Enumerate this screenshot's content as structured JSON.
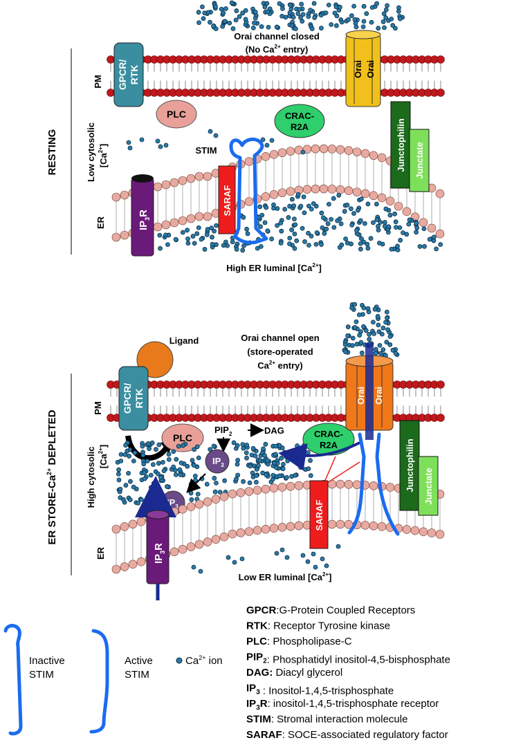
{
  "panel_resting": {
    "side_label": "RESTING",
    "orai_status_line1": "Orai channel closed",
    "orai_status_line2": "(No Ca",
    "orai_status_sup": "2+",
    "orai_status_line2_end": " entry)",
    "cytosol_line1": "Low cytosolic",
    "cytosol_line2": "[Ca",
    "cytosol_sup": "2+",
    "cytosol_line2_end": "]",
    "er_luminal": "High ER luminal [Ca",
    "er_luminal_sup": "2+",
    "er_luminal_end": "]",
    "pm": "PM",
    "er": "ER",
    "stim": "STIM",
    "gpcr": "GPCR/",
    "rtk": "RTK",
    "plc": "PLC",
    "crac1": "CRAC-",
    "crac2": "R2A",
    "orai1": "Orai",
    "orai2": "Orai",
    "junctophilin": "Junctophilin",
    "junctate": "Junctate",
    "saraf": "SARAF",
    "ip3r": "IP",
    "ip3r_sub": "3",
    "ip3r_end": "R"
  },
  "panel_depleted": {
    "side_label": "ER STORE-Ca",
    "side_label_sup": "2+",
    "side_label_end": " DEPLETED",
    "ligand": "Ligand",
    "orai_status_line1": "Orai channel open",
    "orai_status_line2": "(store-operated",
    "orai_status_line3": "Ca",
    "orai_status_sup": "2+",
    "orai_status_line3_end": " entry)",
    "cytosol_line1": "High cytosolic",
    "cytosol_line2": "[Ca",
    "cytosol_sup": "2+",
    "cytosol_line2_end": "]",
    "er_luminal": "Low ER luminal [Ca",
    "er_luminal_sup": "2+",
    "er_luminal_end": "]",
    "pm": "PM",
    "er": "ER",
    "gpcr": "GPCR/",
    "rtk": "RTK",
    "plc": "PLC",
    "pip2": "PIP",
    "pip2_sub": "2",
    "dag": "DAG",
    "ip3": "IP",
    "ip3_sub": "3",
    "crac1": "CRAC-",
    "crac2": "R2A",
    "orai1": "Orai",
    "orai2": "Orai",
    "junctophilin": "Junctophilin",
    "junctate": "Junctate",
    "saraf": "SARAF",
    "ip3r": "IP",
    "ip3r_sub": "3",
    "ip3r_end": "R"
  },
  "legend": {
    "inactive_stim_1": "Inactive",
    "inactive_stim_2": "STIM",
    "active_stim_1": "Active",
    "active_stim_2": "STIM",
    "ca_ion": "Ca",
    "ca_ion_sup": "2+",
    "ca_ion_end": " ion",
    "abbreviations": [
      {
        "term": "GPCR",
        "sub": "",
        "rest": "",
        "def": ":G-Protein Coupled Receptors"
      },
      {
        "term": "RTK",
        "sub": "",
        "rest": "",
        "def": ": Receptor Tyrosine kinase"
      },
      {
        "term": "PLC",
        "sub": "",
        "rest": "",
        "def": ": Phospholipase-C"
      },
      {
        "term": "PIP",
        "sub": "2",
        "rest": "",
        "def": ":  Phosphatidyl inositol-4,5-bisphosphate"
      },
      {
        "term": "DAG:",
        "sub": "",
        "rest": "",
        "def": " Diacyl glycerol"
      },
      {
        "term": "IP",
        "sub": "3",
        "rest": "",
        "def": " : Inositol-1,4,5-trisphosphate"
      },
      {
        "term": "IP",
        "sub": "3",
        "rest": "R",
        "def": ": inositol-1,4,5-trisphosphate receptor"
      },
      {
        "term": "STIM",
        "sub": "",
        "rest": "",
        "def": ": Stromal interaction molecule"
      },
      {
        "term": "SARAF",
        "sub": "",
        "rest": "",
        "def": ": SOCE-associated regulatory factor"
      }
    ]
  },
  "colors": {
    "lipid_head": "#c0181c",
    "er_lipid_head": "#e8aaa0",
    "gpcr": "#3a8ea0",
    "plc": "#e8a098",
    "crac": "#2ecf6c",
    "orai_resting": "#f2c01a",
    "orai_open": "#f07818",
    "junctophilin": "#1c6a1c",
    "junctate": "#7ee05a",
    "saraf": "#ee1c1c",
    "ip3r": "#6a1a78",
    "stim": "#1a6cf0",
    "ca_ion": "#2a7aa8",
    "ligand": "#e87a1c",
    "arrow_blue": "#1a2a90"
  }
}
